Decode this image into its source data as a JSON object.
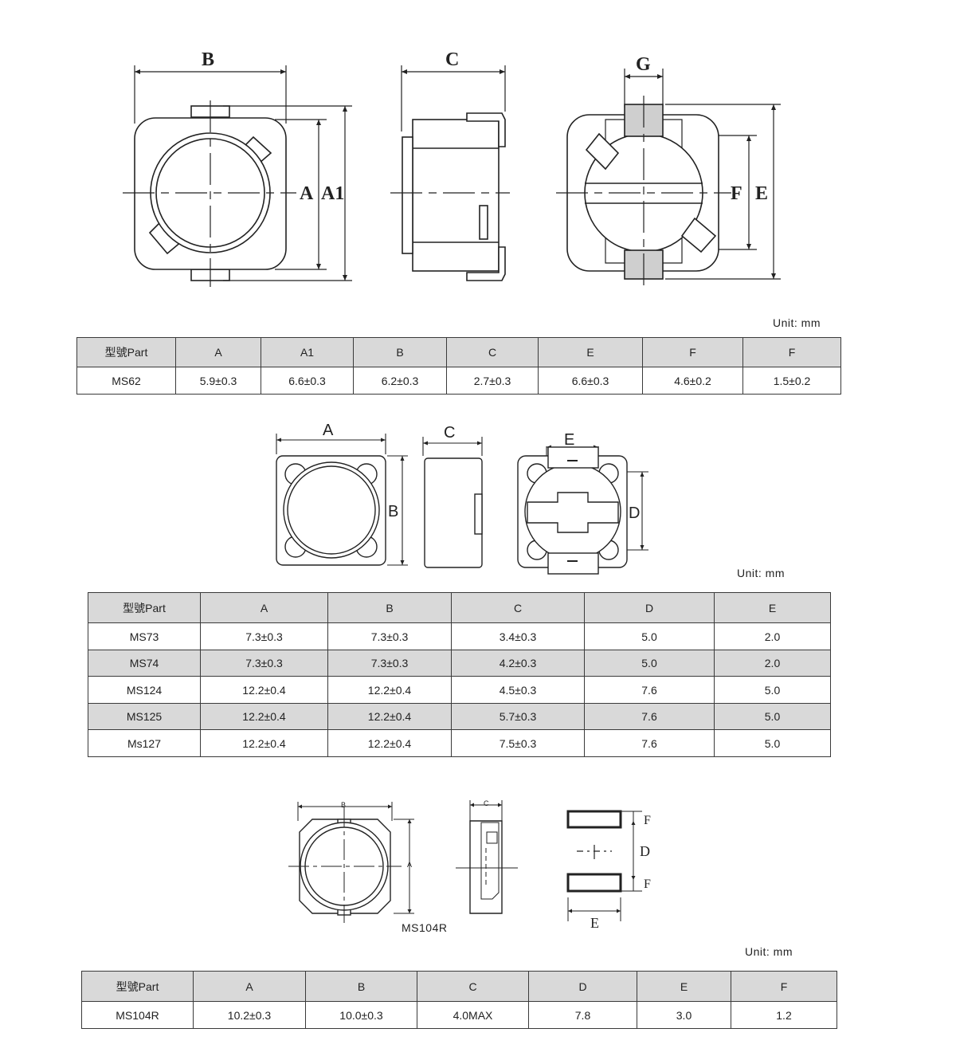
{
  "section1": {
    "labels": {
      "B": "B",
      "C": "C",
      "G": "G",
      "A": "A",
      "A1": "A1",
      "F": "F",
      "E": "E"
    },
    "unit": "Unit: mm",
    "table": {
      "header": [
        "型號Part",
        "A",
        "A1",
        "B",
        "C",
        "E",
        "F",
        "F"
      ],
      "rows": [
        [
          "MS62",
          "5.9±0.3",
          "6.6±0.3",
          "6.2±0.3",
          "2.7±0.3",
          "6.6±0.3",
          "4.6±0.2",
          "1.5±0.2"
        ]
      ]
    }
  },
  "section2": {
    "labels": {
      "A": "A",
      "B": "B",
      "C": "C",
      "E": "E",
      "D": "D"
    },
    "unit": "Unit: mm",
    "table": {
      "header": [
        "型號Part",
        "A",
        "B",
        "C",
        "D",
        "E"
      ],
      "rows": [
        [
          "MS73",
          "7.3±0.3",
          "7.3±0.3",
          "3.4±0.3",
          "5.0",
          "2.0"
        ],
        [
          "MS74",
          "7.3±0.3",
          "7.3±0.3",
          "4.2±0.3",
          "5.0",
          "2.0"
        ],
        [
          "MS124",
          "12.2±0.4",
          "12.2±0.4",
          "4.5±0.3",
          "7.6",
          "5.0"
        ],
        [
          "MS125",
          "12.2±0.4",
          "12.2±0.4",
          "5.7±0.3",
          "7.6",
          "5.0"
        ],
        [
          "Ms127",
          "12.2±0.4",
          "12.2±0.4",
          "7.5±0.3",
          "7.6",
          "5.0"
        ]
      ]
    }
  },
  "section3": {
    "labels": {
      "B": "B",
      "A": "A",
      "C": "C",
      "F_top": "F",
      "D": "D",
      "F_bottom": "F",
      "E": "E"
    },
    "caption": "MS104R",
    "unit": "Unit: mm",
    "table": {
      "header": [
        "型號Part",
        "A",
        "B",
        "C",
        "D",
        "E",
        "F"
      ],
      "rows": [
        [
          "MS104R",
          "10.2±0.3",
          "10.0±0.3",
          "4.0MAX",
          "7.8",
          "3.0",
          "1.2"
        ]
      ]
    }
  }
}
